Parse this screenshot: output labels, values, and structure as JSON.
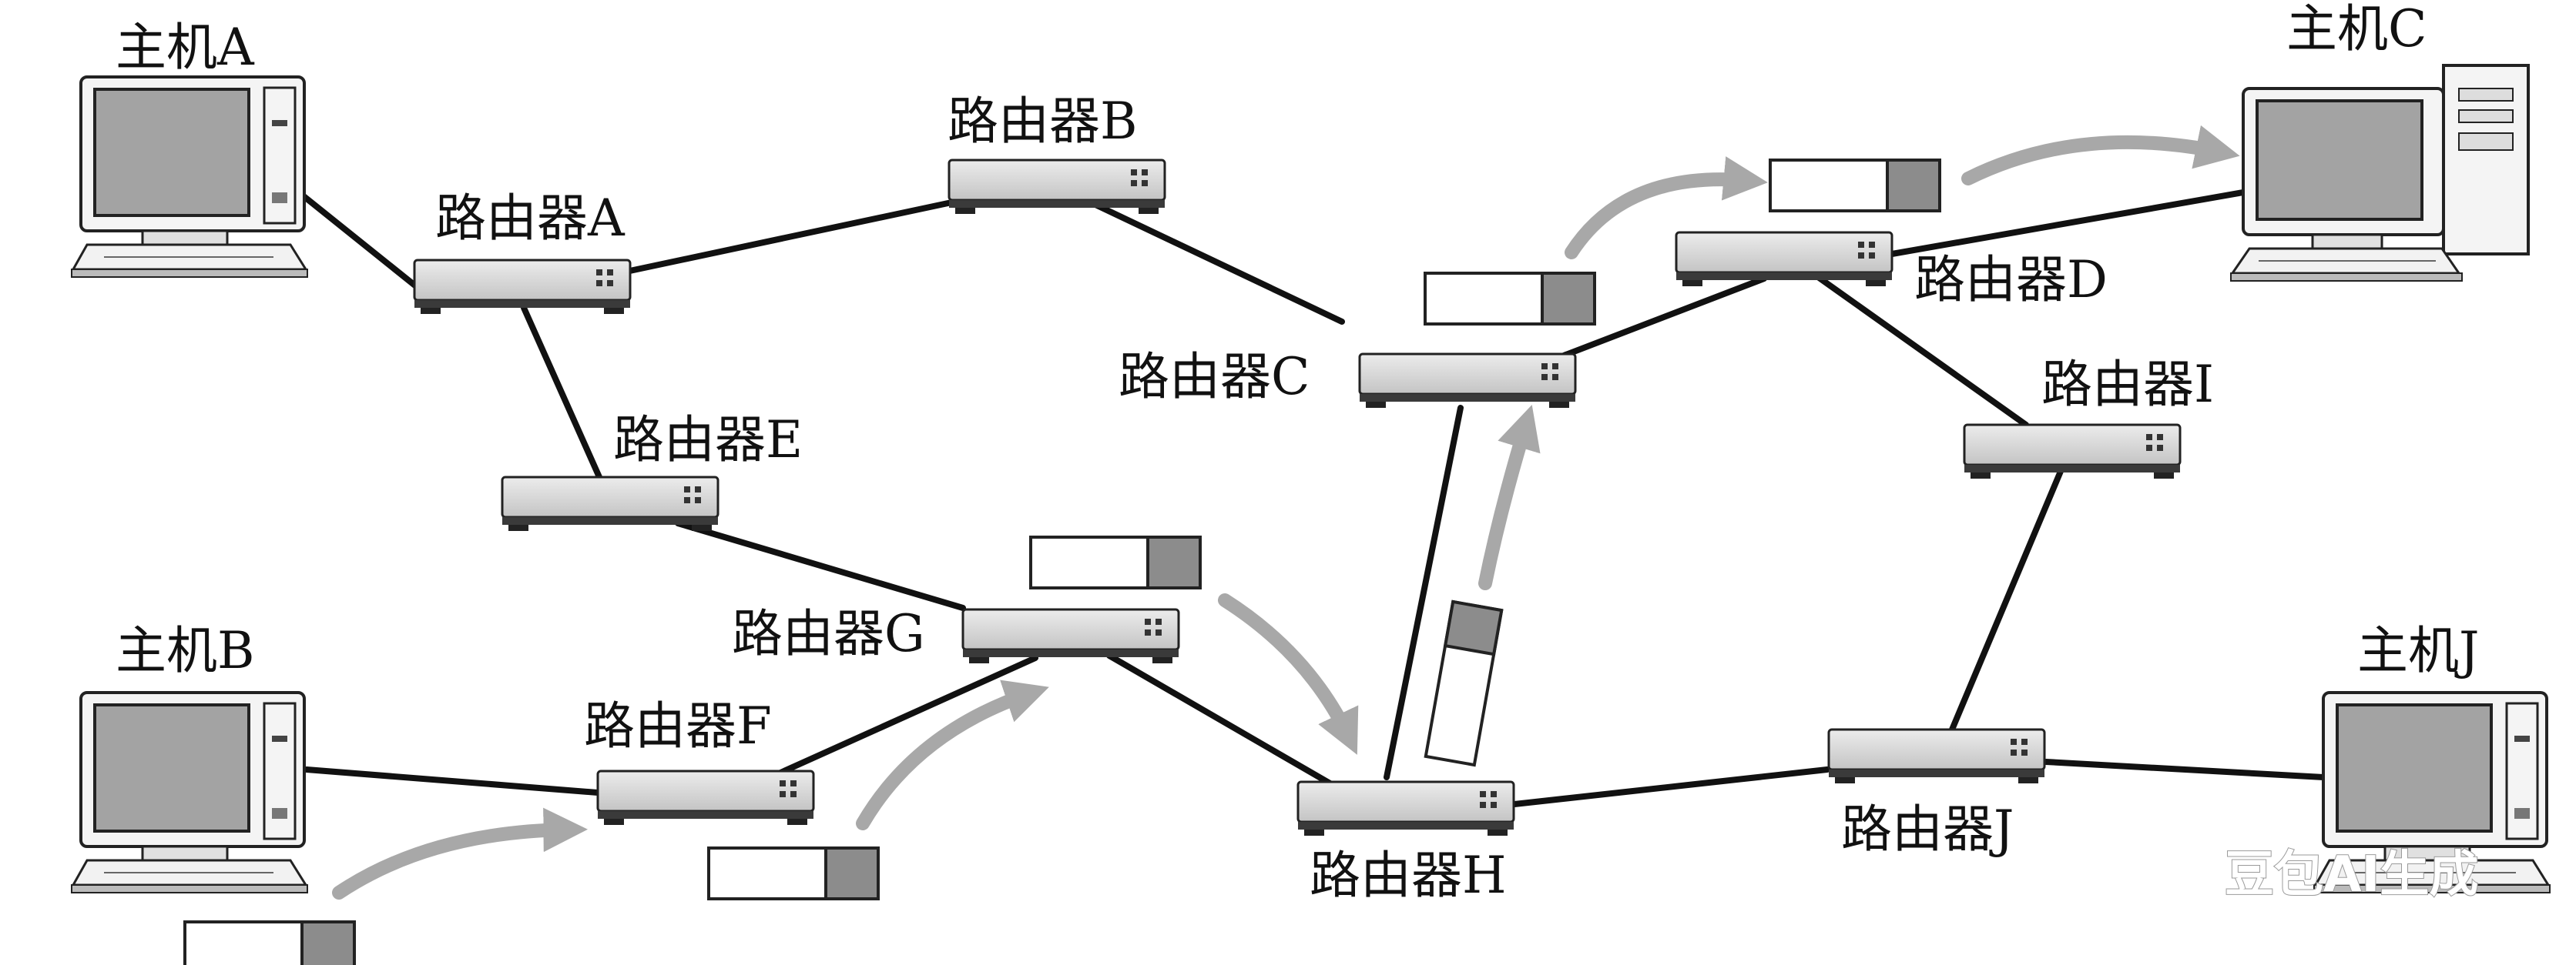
{
  "labels": {
    "host_a": "主机A",
    "host_b": "主机B",
    "host_c": "主机C",
    "host_j": "主机J",
    "router_a": "路由器A",
    "router_b": "路由器B",
    "router_c": "路由器C",
    "router_d": "路由器D",
    "router_e": "路由器E",
    "router_f": "路由器F",
    "router_g": "路由器G",
    "router_h": "路由器H",
    "router_i": "路由器I",
    "router_j": "路由器J"
  },
  "watermark": "豆包AI生成",
  "colors": {
    "line": "#111111",
    "router_body": "#d6d6d6",
    "router_base": "#3a3a3a",
    "screen": "#a3a3a3",
    "arrow": "#a8a8a8",
    "packet_header": "#8c8c8c"
  }
}
